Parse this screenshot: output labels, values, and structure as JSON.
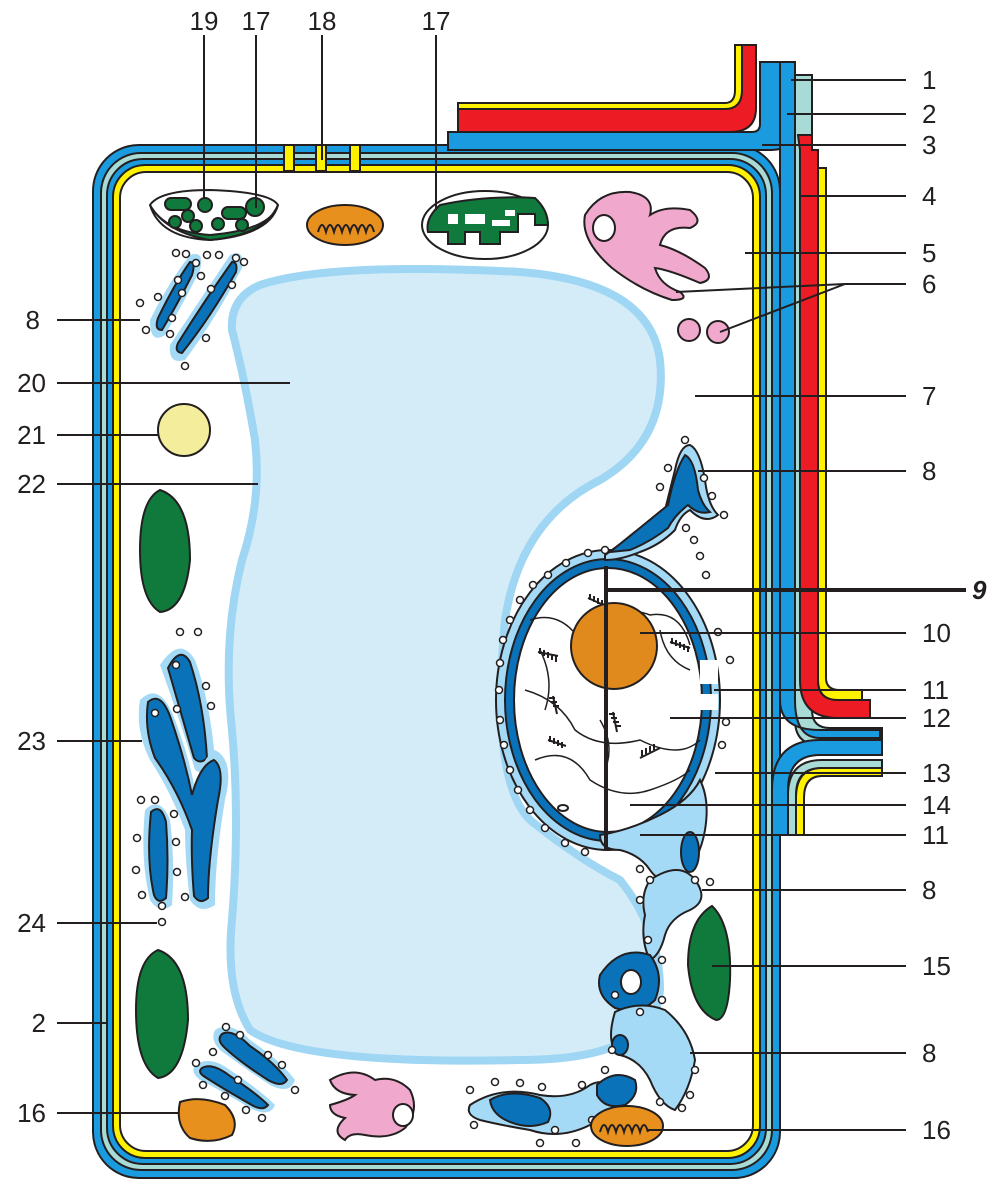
{
  "labels_top": [
    "19",
    "17",
    "18",
    "17"
  ],
  "labels_right": [
    "1",
    "2",
    "3",
    "4",
    "5",
    "6",
    "7",
    "8",
    "9",
    "10",
    "11",
    "12",
    "13",
    "14",
    "11",
    "8",
    "15",
    "8",
    "16"
  ],
  "labels_left": [
    "8",
    "20",
    "21",
    "22",
    "23",
    "24",
    "2",
    "16"
  ],
  "colors": {
    "cell_wall_blue": "#1a9be0",
    "middle_lamella_teal": "#a8dad6",
    "plasma_membrane_yellow": "#fff200",
    "red_layer": "#ed1c24",
    "vacuole_fill": "#d4ecf8",
    "tonoplast": "#9fd6f3",
    "er_dark": "#0a72b9",
    "er_light": "#a4daf5",
    "chloroplast": "#0f7a3c",
    "mitochondrion": "#e8901e",
    "golgi": "#f0a8cc",
    "nucleolus": "#e08a1e",
    "oil_body": "#f4ee9c"
  }
}
